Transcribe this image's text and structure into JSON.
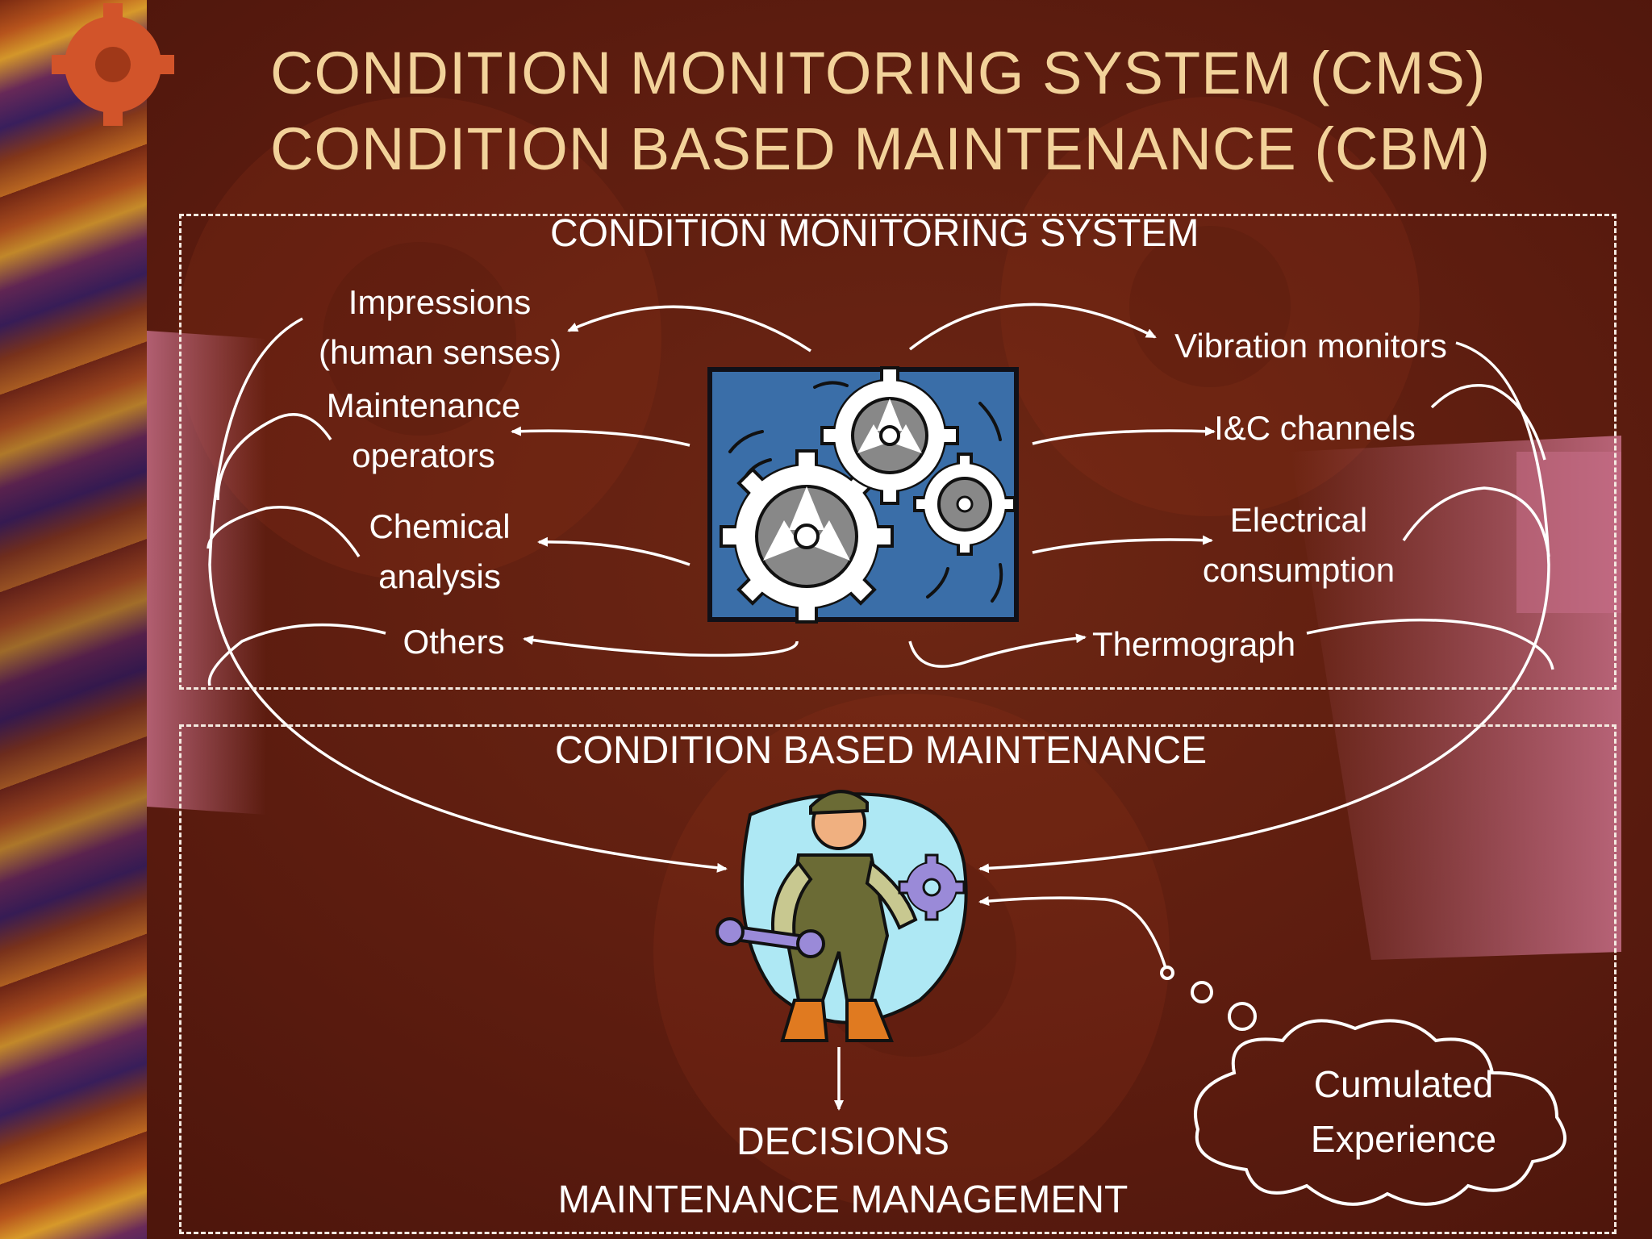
{
  "title": {
    "line1": "CONDITION MONITORING SYSTEM (CMS)",
    "line2": "CONDITION BASED MAINTENANCE (CBM)"
  },
  "cms": {
    "heading": "CONDITION MONITORING SYSTEM",
    "left_sources": [
      {
        "line1": "Impressions",
        "line2": "(human senses)"
      },
      {
        "line1": "Maintenance",
        "line2": "operators"
      },
      {
        "line1": "Chemical",
        "line2": "analysis"
      },
      {
        "line1": "Others",
        "line2": ""
      }
    ],
    "right_sources": [
      {
        "line1": "Vibration monitors",
        "line2": ""
      },
      {
        "line1": "I&C channels",
        "line2": ""
      },
      {
        "line1": "Electrical",
        "line2": "consumption"
      },
      {
        "line1": "Thermograph",
        "line2": ""
      }
    ]
  },
  "cbm": {
    "heading": "CONDITION BASED MAINTENANCE",
    "experience_line1": "Cumulated",
    "experience_line2": "Experience",
    "decisions_line1": "DECISIONS",
    "decisions_line2": "MAINTENANCE MANAGEMENT"
  },
  "icons": [
    "gears-machine-icon",
    "mechanic-worker-icon",
    "thought-cloud-icon",
    "gear-icon",
    "wrench-icon"
  ],
  "colors": {
    "background": "#5c1c0f",
    "title": "#f2d29a",
    "text": "#ffffff",
    "machine_panel": "#3a6ea8",
    "worker_bg": "#aee8f4"
  }
}
